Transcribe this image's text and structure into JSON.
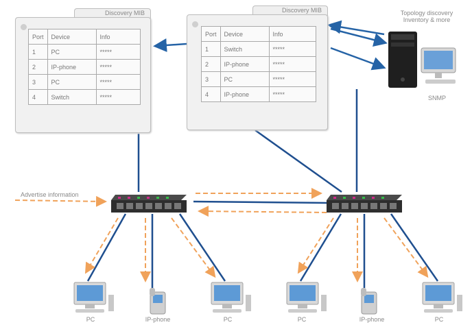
{
  "left_mib": {
    "title": "Discovery MIB",
    "headers": [
      "Port",
      "Device",
      "Info"
    ],
    "rows": [
      [
        "1",
        "PC",
        "*****"
      ],
      [
        "2",
        "IP-phone",
        "*****"
      ],
      [
        "3",
        "PC",
        "*****"
      ],
      [
        "4",
        "Switch",
        "*****"
      ]
    ]
  },
  "right_mib": {
    "title": "Discovery MIB",
    "headers": [
      "Port",
      "Device",
      "Info"
    ],
    "rows": [
      [
        "1",
        "Switch",
        "*****"
      ],
      [
        "2",
        "IP-phone",
        "*****"
      ],
      [
        "3",
        "PC",
        "*****"
      ],
      [
        "4",
        "IP-phone",
        "*****"
      ]
    ]
  },
  "snmp": {
    "title_line1": "Topology discovery",
    "title_line2": "Inventory & more",
    "label": "SNMP"
  },
  "advertise_label": "Advertise information",
  "devices": {
    "left_pc1": "PC",
    "left_phone": "IP-phone",
    "left_pc2": "PC",
    "right_pc1": "PC",
    "right_phone": "IP-phone",
    "right_pc2": "PC"
  },
  "colors": {
    "link_blue": "#1f4f8f",
    "arrow_blue": "#2563a6",
    "advertise_orange": "#f0a25a",
    "switch_body": "#2e2e2e",
    "port_magenta": "#d12a8c",
    "port_green": "#35c04a"
  }
}
